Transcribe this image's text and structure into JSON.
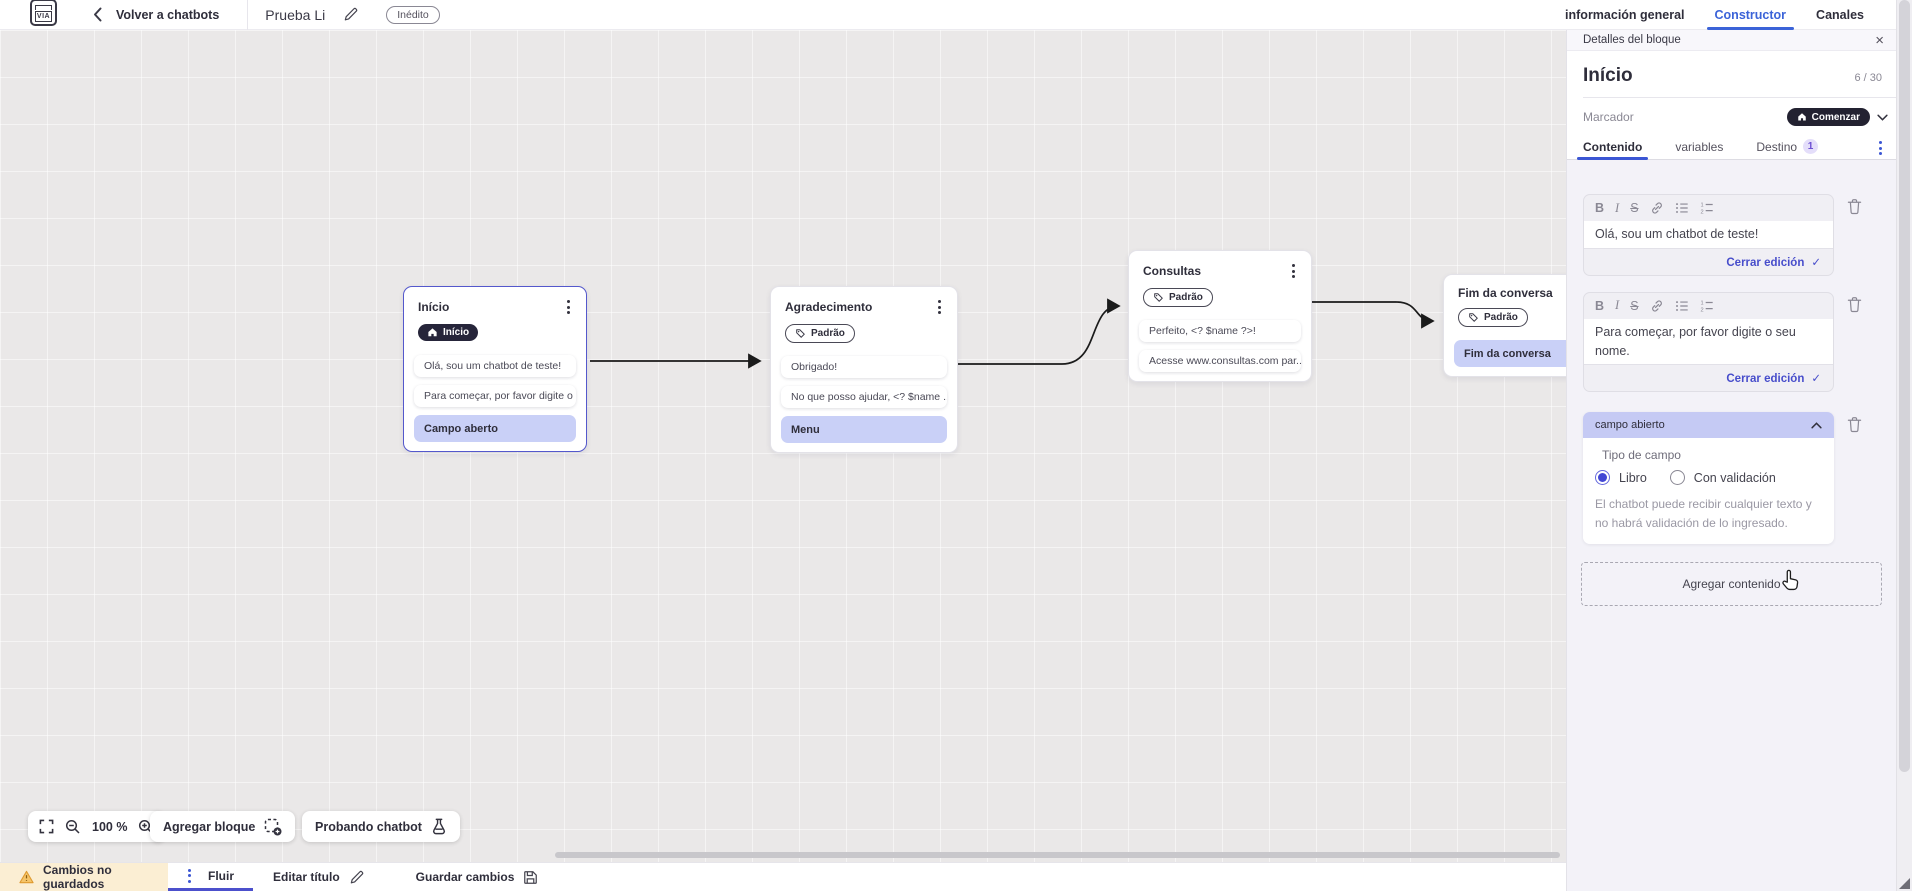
{
  "topbar": {
    "logo_text": "VIA",
    "back_label": "Volver a chatbots",
    "title": "Prueba Li",
    "status_badge": "Inédito",
    "tabs": [
      {
        "label": "información general",
        "active": false
      },
      {
        "label": "Constructor",
        "active": true
      },
      {
        "label": "Canales",
        "active": false
      }
    ]
  },
  "panel": {
    "header": "Detalles del bloque",
    "block_name": "Início",
    "counter": "6 / 30",
    "marker_label": "Marcador",
    "marker_value": "Comenzar",
    "tabs": [
      {
        "label": "Contenido",
        "active": true
      },
      {
        "label": "variables",
        "active": false
      },
      {
        "label": "Destino",
        "badge": "1",
        "active": false
      }
    ],
    "editors": [
      {
        "text": "Olá, sou um chatbot de teste!",
        "close_label": "Cerrar edición"
      },
      {
        "text": "Para começar, por favor digite o seu nome.",
        "close_label": "Cerrar edición"
      }
    ],
    "open_field": {
      "header": "campo abierto",
      "type_label": "Tipo de campo",
      "option_free": "Libro",
      "option_validated": "Con validación",
      "help": "El chatbot puede recibir cualquier texto y no habrá validación de lo ingresado."
    },
    "add_content": "Agregar contenido"
  },
  "canvas": {
    "zoom_level": "100 %",
    "add_block": "Agregar bloque",
    "testing": "Probando chatbot",
    "blocks": [
      {
        "title": "Início",
        "badge": "Início",
        "items": [
          "Olá, sou um chatbot de teste!",
          "Para começar, por favor digite o ...",
          "Campo aberto"
        ]
      },
      {
        "title": "Agradecimento",
        "badge": "Padrão",
        "items": [
          "Obrigado!",
          "No que posso ajudar, <? $name ...",
          "Menu"
        ]
      },
      {
        "title": "Consultas",
        "badge": "Padrão",
        "items": [
          "Perfeito, <? $name ?>!",
          "Acesse www.consultas.com par..."
        ]
      },
      {
        "title": "Fim da conversa",
        "badge": "Padrão",
        "items": [
          "Fim da conversa"
        ]
      }
    ]
  },
  "bottombar": {
    "warning": "Cambios no guardados",
    "flow_tab": "Fluir",
    "edit_title": "Editar título",
    "save": "Guardar cambios"
  },
  "colors": {
    "accent_blue": "#3b63d8",
    "accent_indigo": "#4c50ce",
    "selection_highlight": "#c9d0f7",
    "field_header": "#c5caf4",
    "dark_badge": "#232231",
    "warning_bg": "#fbeed3",
    "warning_icon": "#efb14e",
    "canvas_bg": "#eae8e8"
  }
}
